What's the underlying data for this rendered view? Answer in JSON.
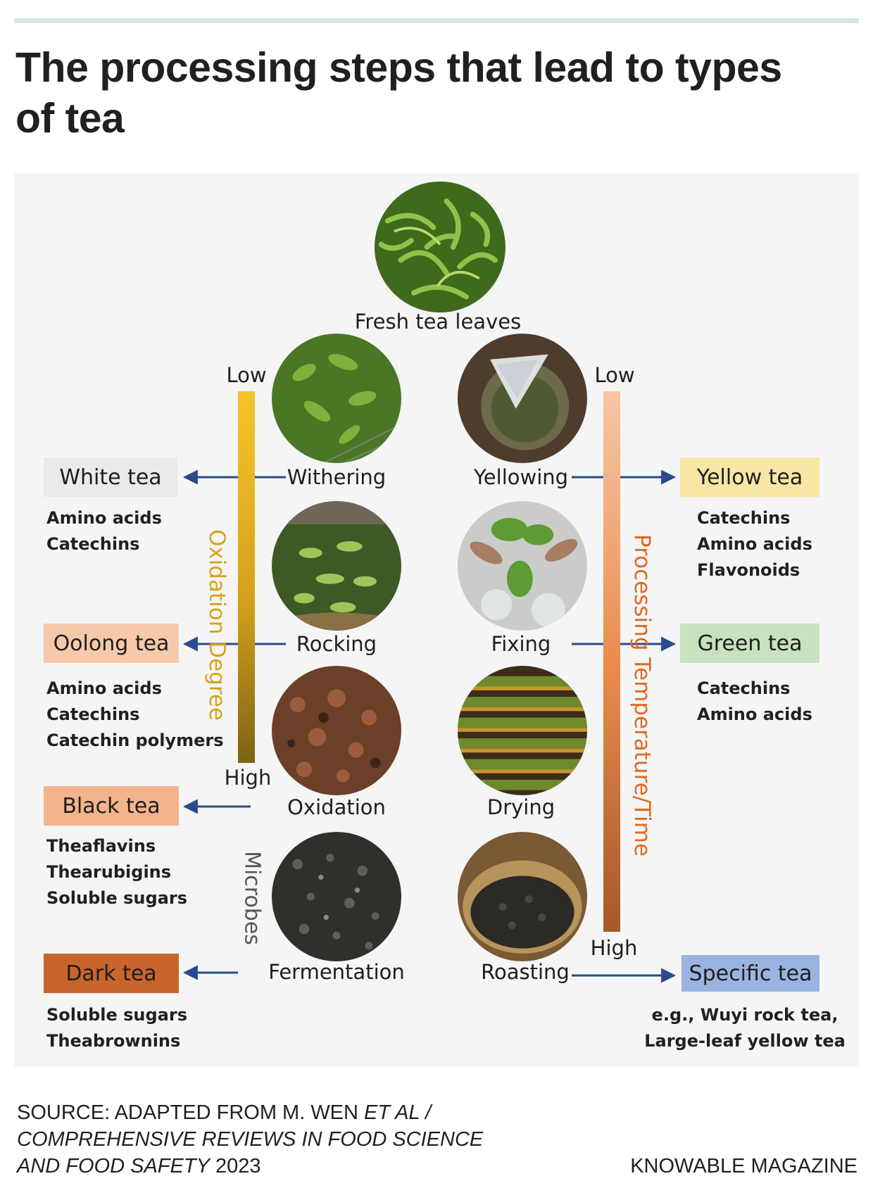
{
  "title": "The processing steps that lead to types of tea",
  "start": {
    "label": "Fresh tea leaves",
    "image_icon": "fresh-leaves-photo"
  },
  "oxidation_scale": {
    "label": "Oxidation Degree",
    "low": "Low",
    "high": "High",
    "color": "#e9b820"
  },
  "temperature_scale": {
    "label": "Processing Temperature/Time",
    "low": "Low",
    "high": "High",
    "color": "#e88a4d"
  },
  "microbes_label": "Microbes",
  "steps_left": [
    {
      "label": "Withering",
      "image_icon": "withering-photo"
    },
    {
      "label": "Rocking",
      "image_icon": "rocking-photo"
    },
    {
      "label": "Oxidation",
      "image_icon": "oxidation-photo"
    },
    {
      "label": "Fermentation",
      "image_icon": "fermentation-photo"
    }
  ],
  "steps_right": [
    {
      "label": "Yellowing",
      "image_icon": "yellowing-photo"
    },
    {
      "label": "Fixing",
      "image_icon": "fixing-photo"
    },
    {
      "label": "Drying",
      "image_icon": "drying-photo"
    },
    {
      "label": "Roasting",
      "image_icon": "roasting-photo"
    }
  ],
  "teas_left": [
    {
      "name": "White tea",
      "color": "#eaeaea",
      "compounds": [
        "Amino acids",
        "Catechins"
      ]
    },
    {
      "name": "Oolong tea",
      "color": "#f6c9aa",
      "compounds": [
        "Amino acids",
        "Catechins",
        "Catechin polymers"
      ]
    },
    {
      "name": "Black tea",
      "color": "#f3b48c",
      "compounds": [
        "Theaflavins",
        "Thearubigins",
        "Soluble sugars"
      ]
    },
    {
      "name": "Dark tea",
      "color": "#c8642c",
      "compounds": [
        "Soluble sugars",
        "Theabrownins"
      ]
    }
  ],
  "teas_right": [
    {
      "name": "Yellow tea",
      "color": "#f7e6a4",
      "compounds": [
        "Catechins",
        "Amino acids",
        "Flavonoids"
      ]
    },
    {
      "name": "Green tea",
      "color": "#c8e2bd",
      "compounds": [
        "Catechins",
        "Amino acids"
      ]
    },
    {
      "name": "Specific tea",
      "color": "#9ab4e2",
      "compounds": [
        "e.g., Wuyi rock tea,",
        "Large-leaf yellow tea"
      ]
    }
  ],
  "arrow_color": "#2a4a8c",
  "source": {
    "line1_a": "SOURCE: ADAPTED FROM M. WEN ",
    "line1_b": "ET AL /",
    "line2": "COMPREHENSIVE REVIEWS IN FOOD SCIENCE",
    "line3_a": "AND FOOD SAFETY",
    "line3_b": " 2023"
  },
  "credit": "KNOWABLE MAGAZINE"
}
